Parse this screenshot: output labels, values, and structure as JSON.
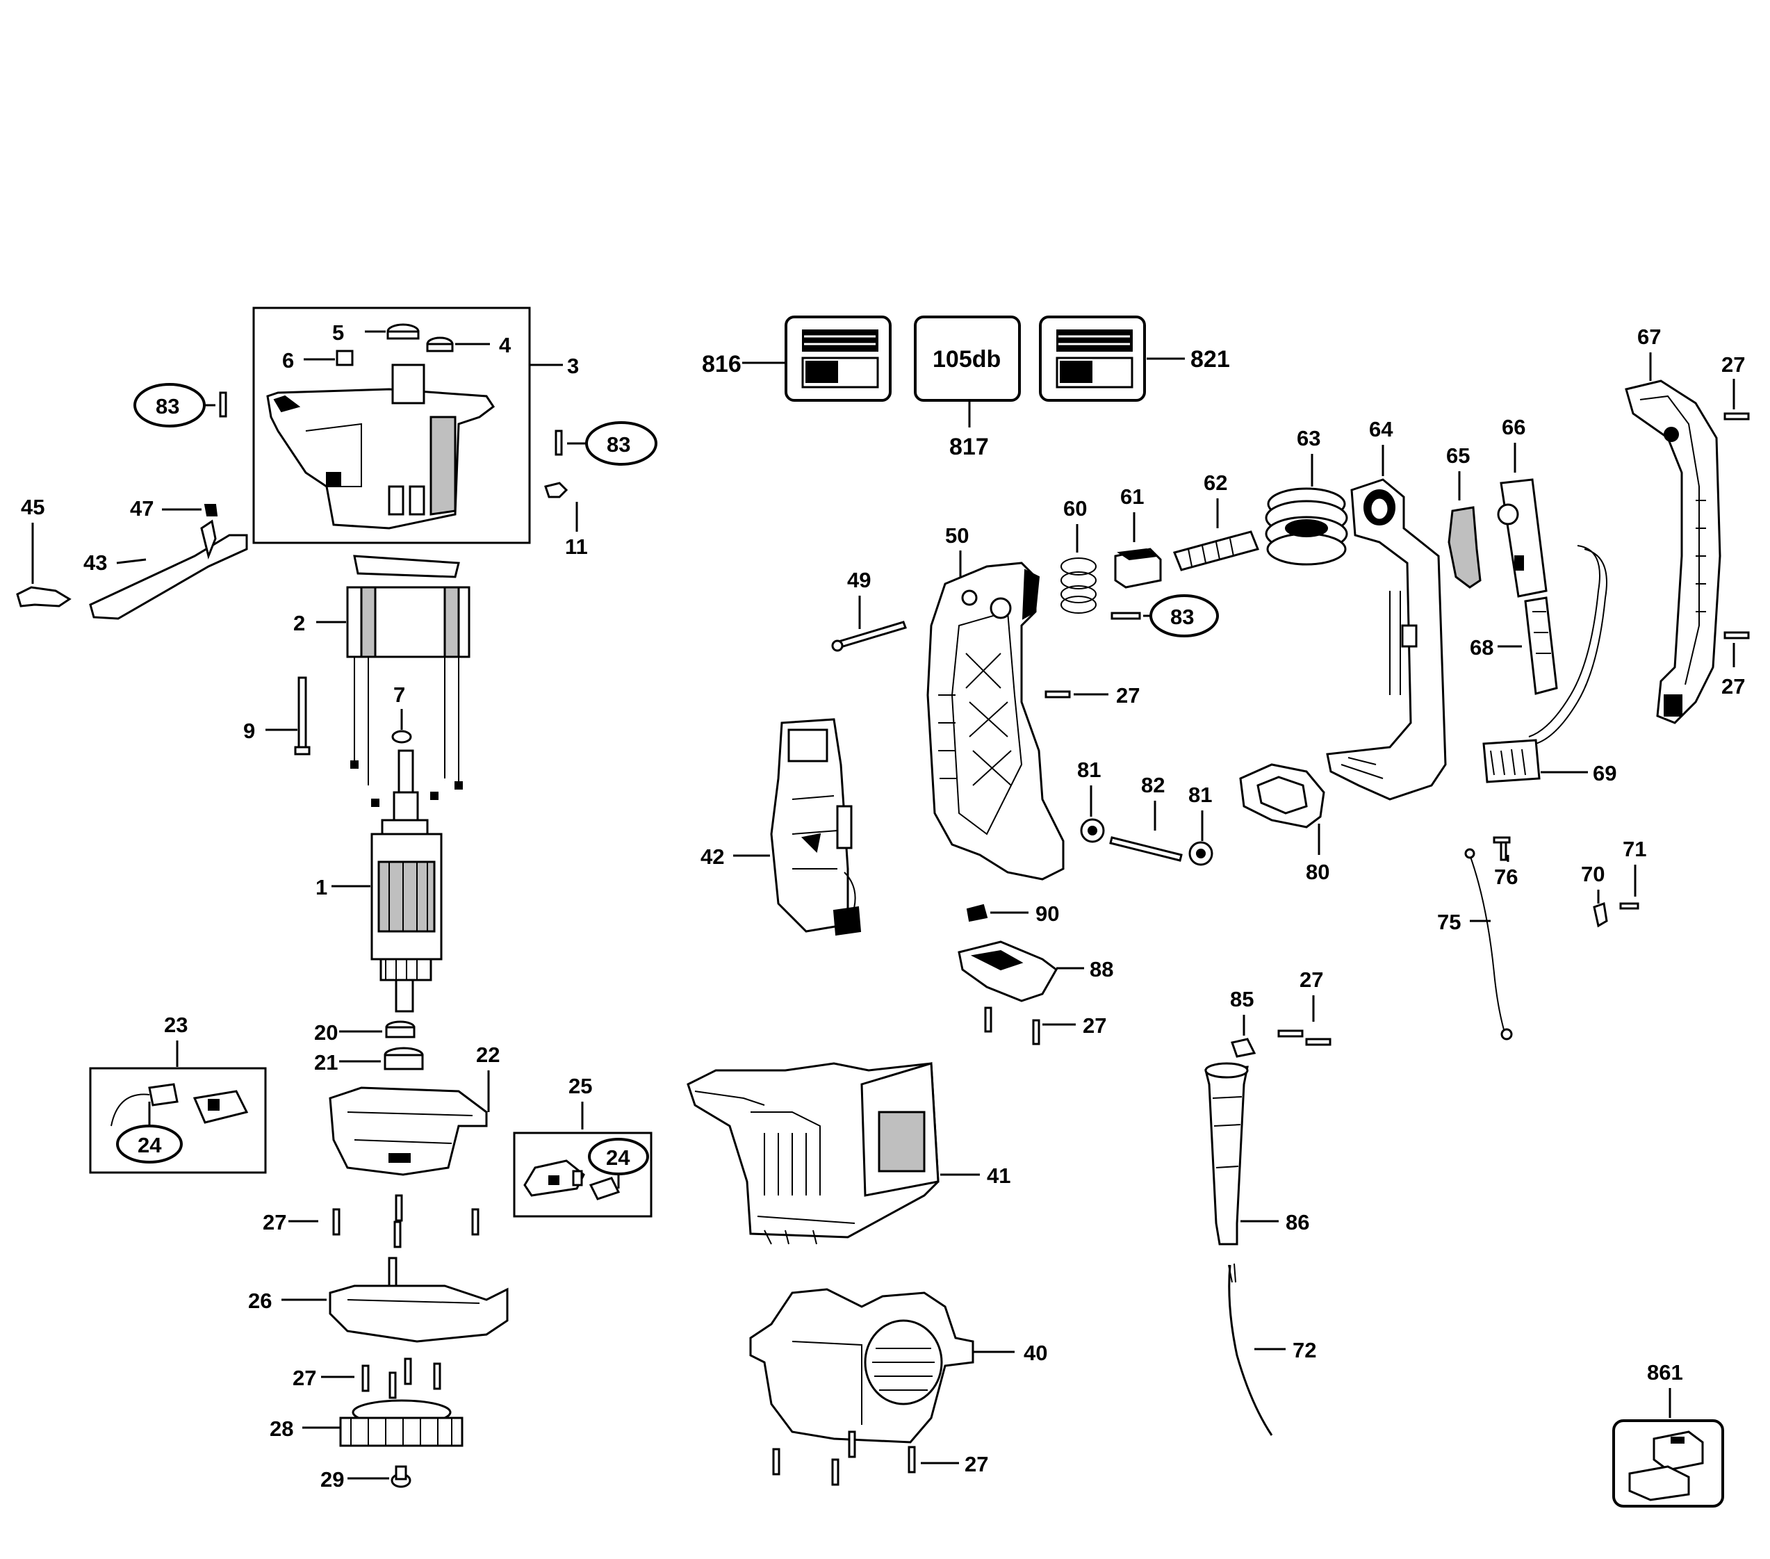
{
  "callouts": {
    "c1": "1",
    "c2": "2",
    "c3": "3",
    "c4": "4",
    "c5": "5",
    "c6": "6",
    "c7": "7",
    "c9": "9",
    "c11": "11",
    "c20": "20",
    "c21": "21",
    "c22": "22",
    "c23": "23",
    "c24a": "24",
    "c24b": "24",
    "c25": "25",
    "c26": "26",
    "c27a": "27",
    "c27b": "27",
    "c27c": "27",
    "c27d": "27",
    "c27e": "27",
    "c27f": "27",
    "c27g": "27",
    "c27h": "27",
    "c28": "28",
    "c29": "29",
    "c40": "40",
    "c41": "41",
    "c42": "42",
    "c43": "43",
    "c45": "45",
    "c47": "47",
    "c49": "49",
    "c50": "50",
    "c60": "60",
    "c61": "61",
    "c62": "62",
    "c63": "63",
    "c64": "64",
    "c65": "65",
    "c66": "66",
    "c67": "67",
    "c68": "68",
    "c69": "69",
    "c70": "70",
    "c71": "71",
    "c72": "72",
    "c75": "75",
    "c76": "76",
    "c80": "80",
    "c81a": "81",
    "c81b": "81",
    "c82": "82",
    "c83a": "83",
    "c83b": "83",
    "c83c": "83",
    "c85": "85",
    "c86": "86",
    "c88": "88",
    "c90": "90",
    "c816": "816",
    "c817": "817",
    "c821": "821",
    "c861": "861"
  },
  "labels": {
    "sound_label_text": "105db"
  }
}
